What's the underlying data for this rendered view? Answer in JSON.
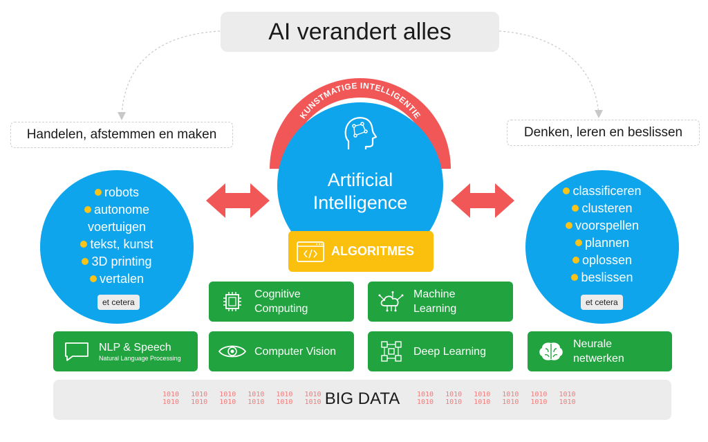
{
  "title": "AI verandert alles",
  "left_heading": "Handelen, afstemmen en maken",
  "right_heading": "Denken, leren en beslissen",
  "arc_label": "KUNSTMATIGE INTELLIGENTIE",
  "center": {
    "line1": "Artificial",
    "line2": "Intelligence"
  },
  "left_items": [
    "robots",
    "autonome",
    "voertuigen",
    "tekst, kunst",
    "3D printing",
    "vertalen"
  ],
  "right_items": [
    "classificeren",
    "clusteren",
    "voorspellen",
    "plannen",
    "oplossen",
    "beslissen"
  ],
  "etc": "et cetera",
  "algorithms": "ALGORITMES",
  "cognitive": {
    "line1": "Cognitive",
    "line2": "Computing"
  },
  "machine": {
    "line1": "Machine",
    "line2": "Learning"
  },
  "nlp": {
    "title": "NLP & Speech",
    "sub": "Natural Language Processing"
  },
  "vision": "Computer Vision",
  "deep": "Deep Learning",
  "neural": {
    "line1": "Neurale",
    "line2": "netwerken"
  },
  "big_data": "BIG DATA",
  "bit_top": "1010",
  "bit_bottom": "1010",
  "colors": {
    "blue": "#0ea5ec",
    "green": "#21a33f",
    "red": "#f25757",
    "yellow": "#fbbf0e"
  }
}
